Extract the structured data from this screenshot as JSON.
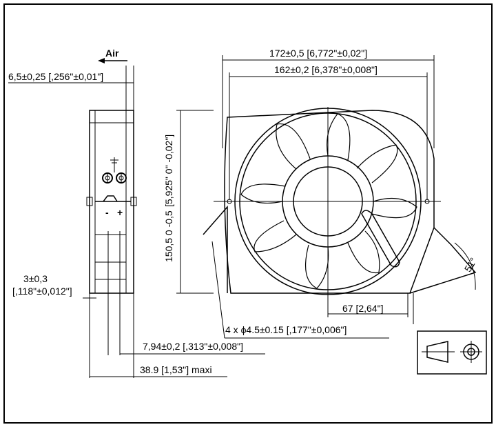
{
  "air_label": "Air",
  "dims": {
    "frame_thickness": "6,5±0,25 [,256\"±0,01\"]",
    "overall_width": "172±0,5 [6,772\"±0,02\"]",
    "hole_spacing": "162±0,2 [6,378\"±0,008\"]",
    "height_in": "[5,925\" 0\" -0,02\"]",
    "height_mm": "150,5 0 -0,5",
    "lip": "3±0,3",
    "lip_in": "[,118\"±0,012\"]",
    "side_ext": "67 [2,64\"]",
    "holes": "4 x ϕ4.5±0.15 [,177\"±0,006\"]",
    "depth_inner": "7,94±0,2 [,313\"±0,008\"]",
    "depth_max": "38.9 [1,53\"] maxi",
    "angle": "51°"
  },
  "connector": {
    "minus": "-",
    "plus": "+"
  }
}
